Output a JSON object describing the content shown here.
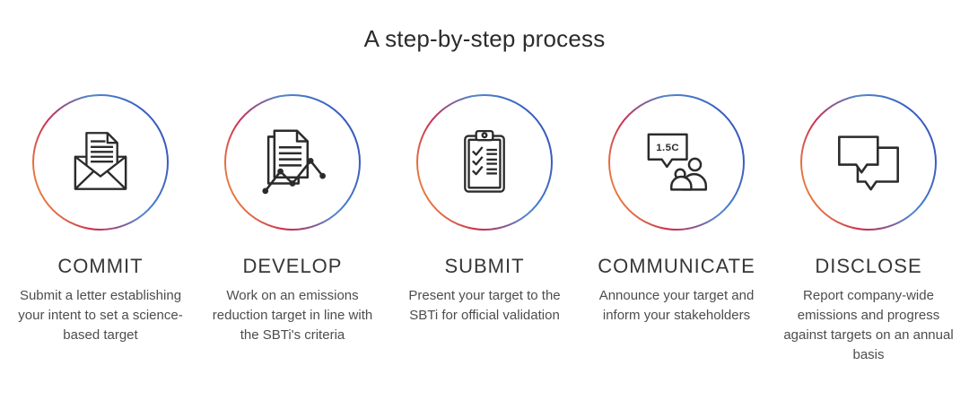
{
  "page": {
    "title": "A step-by-step process"
  },
  "colors": {
    "background": "#FFFFFF",
    "ring_orange": "#EC8843",
    "ring_red": "#C92D50",
    "ring_light_blue": "#4C87CE",
    "ring_blue": "#3453BC",
    "icon_stroke": "#2B2B2B",
    "title_text": "#2B2B2B",
    "heading_text": "#363636",
    "body_text": "#4D4D4D"
  },
  "steps": [
    {
      "title": "COMMIT",
      "description": "Submit a letter establishing your intent to set a science-based target",
      "icon": "envelope-letter-icon"
    },
    {
      "title": "DEVELOP",
      "description": "Work on an emissions reduction target in line with the SBTi's criteria",
      "icon": "documents-trend-chart-icon"
    },
    {
      "title": "SUBMIT",
      "description": "Present your target to the SBTi for official validation",
      "icon": "clipboard-checklist-icon"
    },
    {
      "title": "COMMUNICATE",
      "description": "Announce your target and inform your stakeholders",
      "icon": "speech-bubble-people-icon",
      "bubble_text": "1.5C"
    },
    {
      "title": "DISCLOSE",
      "description": "Report company-wide emissions and progress against targets on an annual basis",
      "icon": "chat-bubbles-icon"
    }
  ]
}
